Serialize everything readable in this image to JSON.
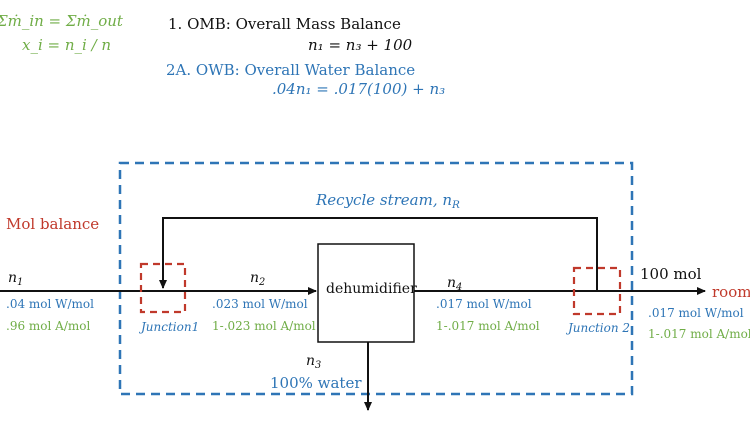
{
  "equations": {
    "general_mass_balance": "Σṁ_in = Σṁ_out",
    "mole_fraction": "x_i = n_i / n",
    "omb_title": "1. OMB: Overall Mass Balance",
    "omb_equation": "n₁ = n₃ + 100",
    "owb_title": "2A. OWB: Overall Water Balance",
    "owb_equation": ".04n₁ = .017(100) + n₃"
  },
  "labels": {
    "mol_balance": "Mol balance",
    "recycle_stream": "Recycle stream, n",
    "recycle_sub": "R",
    "dehumidifier": "dehumidifier",
    "junction1": "Junction1",
    "junction2": "Junction 2",
    "room": "room",
    "hundred_mol": "100 mol",
    "water_100": "100% water"
  },
  "streams": {
    "n1": {
      "name": "n",
      "sub": "1",
      "water": ".04 mol W/mol",
      "air": ".96 mol A/mol"
    },
    "n2": {
      "name": "n",
      "sub": "2",
      "water": ".023 mol W/mol",
      "air": "1-.023 mol A/mol"
    },
    "n3": {
      "name": "n",
      "sub": "3"
    },
    "n4": {
      "name": "n",
      "sub": "4",
      "water": ".017 mol W/mol",
      "air": "1-.017 mol A/mol"
    },
    "out": {
      "water": ".017 mol W/mol",
      "air": "1-.017 mol A/mol"
    }
  },
  "colors": {
    "green": "#70ad47",
    "blue": "#2e75b6",
    "red": "#c0392b",
    "black": "#111111"
  }
}
